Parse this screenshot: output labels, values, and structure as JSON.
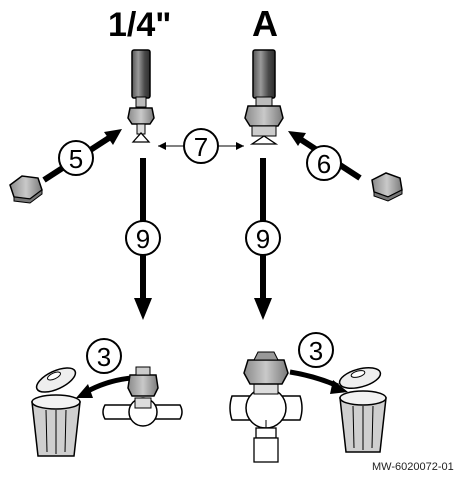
{
  "labels": {
    "left_pipe": "1/4\"",
    "right_pipe": "A"
  },
  "steps": {
    "cap_left": "5",
    "cap_right": "6",
    "gap": "7",
    "down_left": "9",
    "down_right": "9",
    "trash_left": "3",
    "trash_right": "3"
  },
  "reference": "MW-6020072-01"
}
